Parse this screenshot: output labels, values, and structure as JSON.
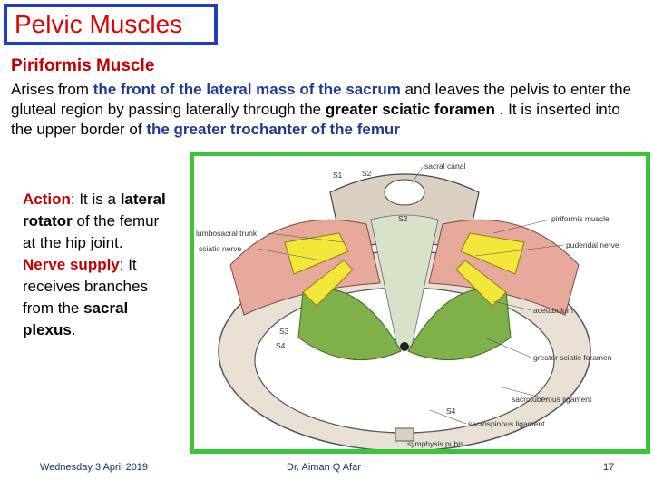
{
  "slide": {
    "title": "Pelvic Muscles",
    "subtitle": "Piriformis Muscle",
    "paragraph": {
      "p1": "Arises from ",
      "p2": "the front of the lateral mass of the sacrum",
      "p3": " and leaves the pelvis to enter the gluteal  region by passing laterally through the ",
      "p4": "greater sciatic foramen",
      "p5": " . It is inserted into the upper border of ",
      "p6": "the greater trochanter of the femur"
    },
    "side": {
      "action_label": "Action",
      "action_text1": ": It is a ",
      "action_bold": "lateral rotator",
      "action_text2": " of the femur at the hip joint.",
      "nerve_label": "Nerve supply",
      "nerve_text1": ": It receives branches from the ",
      "nerve_bold": "sacral plexus",
      "nerve_text2": "."
    },
    "diagram_labels": {
      "s1": "S1",
      "s2": "S2",
      "s2_inner": "S2",
      "s3": "S3",
      "s4": "S4",
      "sacral_canal": "sacral canal",
      "lumbosacral_trunk": "lumbosacral trunk",
      "sciatic_nerve": "sciatic nerve",
      "piriformis_muscle": "piriformis muscle",
      "pudendal_nerve": "pudendal nerve",
      "acetabulum": "acetabulum",
      "greater_sciatic_foramen": "greater sciatic foramen",
      "sacrotuberous_ligament": "sacrotuberous ligament",
      "sacrospinous_ligament": "sacrospinous ligament",
      "symphysis_pubis": "symphysis pubis",
      "s4_small": "S4"
    },
    "footer": {
      "date": "Wednesday 3 April 2019",
      "author": "Dr. Aiman Q Afar",
      "page": "17"
    }
  },
  "colors": {
    "title_red": "#e10000",
    "title_border": "#1f3fbf",
    "emphasis_blue": "#1f3a93",
    "frame_green": "#3ac43a"
  }
}
